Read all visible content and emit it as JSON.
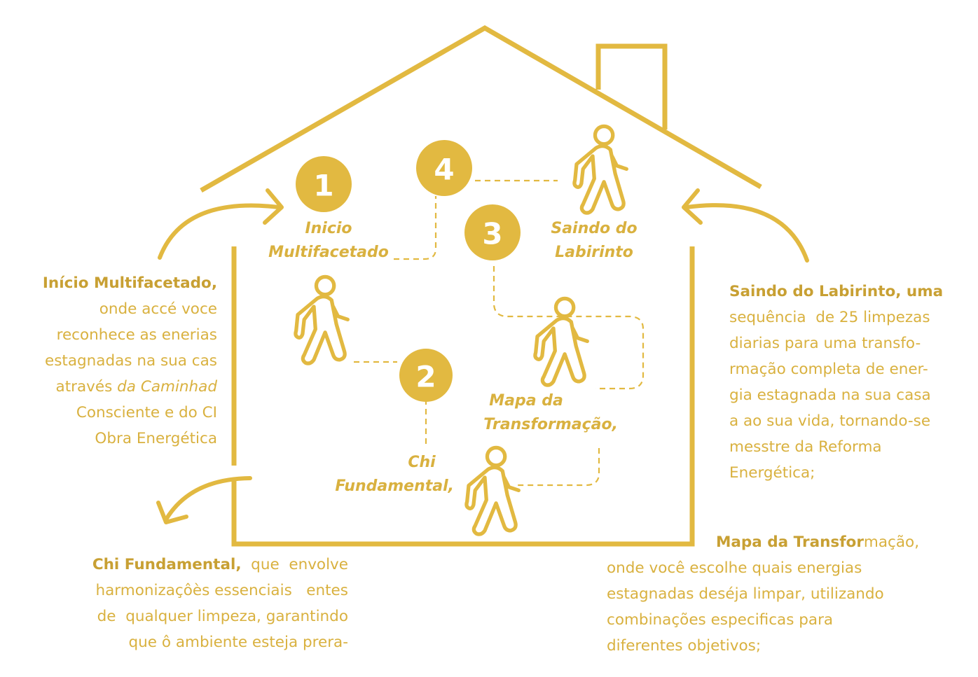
{
  "steps": [
    {
      "number": "1",
      "label_lines": [
        "Inicio",
        "Multifacetado"
      ]
    },
    {
      "number": "2",
      "label_lines": [
        "Chi",
        "Fundamental,"
      ]
    },
    {
      "number": "3",
      "label_lines": [
        "Mapa da",
        "Transformação,"
      ]
    },
    {
      "number": "4",
      "label_lines": [
        "Saindo do",
        "Labirinto"
      ]
    }
  ],
  "left_top": {
    "lead": "Início Multifacetado,",
    "lines": [
      "onde accé voce",
      "reconhece as enerias",
      "estagnadas na sua cas"
    ],
    "line5_plain": "através ",
    "line5_italic": "da Caminhad",
    "lines_after": [
      "Consciente e do CI",
      "Obra Energética"
    ]
  },
  "left_bottom": {
    "lead": "Chi Fundamental,",
    "lead_rest": "  que  envolve",
    "lines": [
      "harmonizaçôès essenciais   entes",
      "de  qualquer limpeza, garantindo",
      "que ô ambiente esteja prera-"
    ]
  },
  "right_top": {
    "lead": "Saindo do Labirinto, uma",
    "lines": [
      "sequência  de 25 limpezas",
      "diarias para uma transfo-",
      "rmação completa de ener-",
      "gia estagnada na sua casa",
      "a ao sua vida, tornando-se",
      "messtre da Reforma",
      "Energética;"
    ]
  },
  "right_bottom": {
    "lead": "Mapa da Transfor",
    "lead_rest": "mação,",
    "lines": [
      "onde você escolhe quais energias",
      "estagnadas deséja limpar, utilizando",
      "combinações especificas para",
      "diferentes objetivos;"
    ]
  },
  "colors": {
    "gold": "#e2b941",
    "text": "#d9b13f",
    "lead": "#c8a033",
    "background": "#ffffff"
  },
  "icons": [
    "house-outline",
    "chimney",
    "walking-person-icon",
    "curved-arrow-icon"
  ]
}
